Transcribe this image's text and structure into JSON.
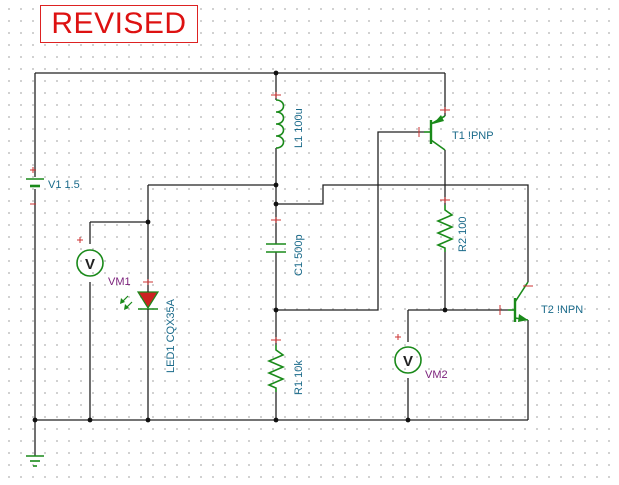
{
  "stamp": {
    "text": "REVISED",
    "color": "#dd1111"
  },
  "components": {
    "v1": {
      "label": "V1 1.5"
    },
    "l1": {
      "label": "L1 100u"
    },
    "t1": {
      "label": "T1 !PNP"
    },
    "r2": {
      "label": "R2 100"
    },
    "c1": {
      "label": "C1 500p"
    },
    "t2": {
      "label": "T2 !NPN"
    },
    "vm1": {
      "label": "VM1",
      "symbol": "V"
    },
    "vm2": {
      "label": "VM2",
      "symbol": "V"
    },
    "led1": {
      "label": "LED1 CQX35A"
    },
    "r1": {
      "label": "R1 10k"
    }
  },
  "colors": {
    "wire": "#222222",
    "component": "#1a8a1a",
    "label": "#1a6a8a",
    "meter_label": "#7a1f7a",
    "led": "#cc2222",
    "pin_mark": "#cc3333"
  }
}
